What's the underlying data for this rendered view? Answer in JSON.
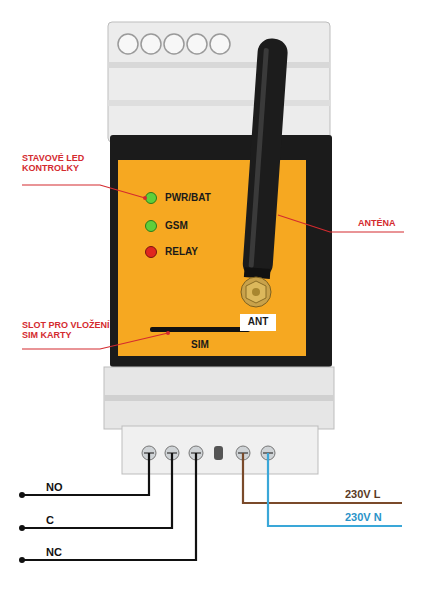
{
  "diagram": {
    "nodes": [
      {
        "text": [
          "PWR/BAT",
          "GSM",
          "RELAY",
          "SIM"
        ]
      },
      {
        "text": [
          "ANT"
        ]
      }
    ],
    "labels": [
      "STAVOVÉ LED KONTROLKY",
      "ANTÉNA",
      "SLOT PRO VLOŽENÍ SIM KARTY",
      "NO",
      "C",
      "NC",
      "230V L",
      "230V N"
    ]
  }
}
